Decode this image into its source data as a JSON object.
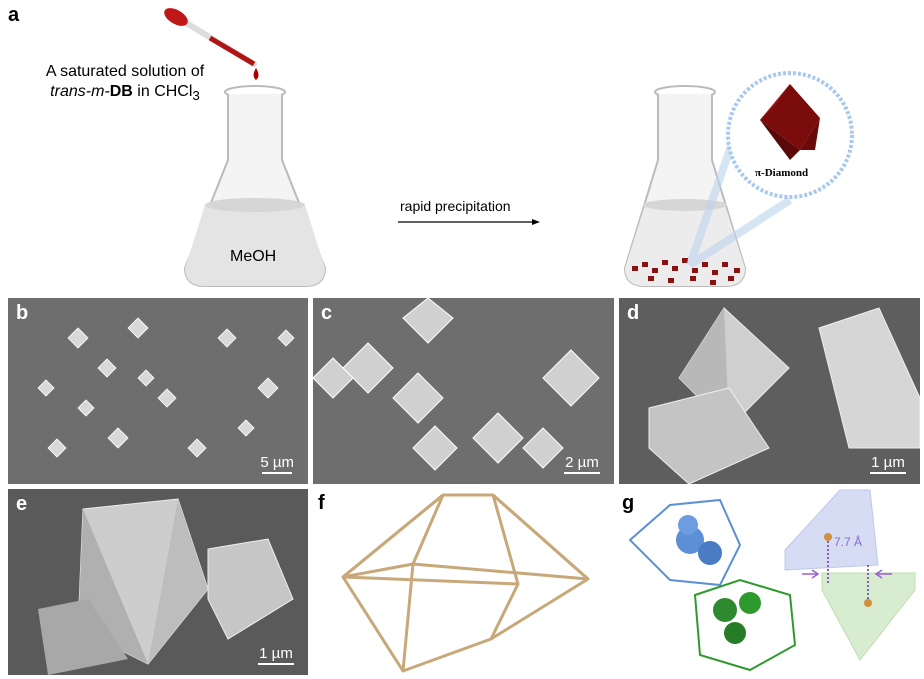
{
  "panels": {
    "a": {
      "label": "a",
      "solution_line1": "A saturated solution of",
      "solution_italic": "trans-m-",
      "solution_bold": "DB",
      "solution_rest": " in CHCl",
      "solution_sub": "3",
      "flask_label": "MeOH",
      "arrow_label": "rapid precipitation",
      "inset_label": "π-Diamond"
    },
    "b": {
      "label": "b",
      "scale": "5 µm"
    },
    "c": {
      "label": "c",
      "scale": "2 µm"
    },
    "d": {
      "label": "d",
      "scale": "1 µm"
    },
    "e": {
      "label": "e",
      "scale": "1 µm"
    },
    "f": {
      "label": "f"
    },
    "g": {
      "label": "g",
      "distance": "7.7 Å"
    }
  },
  "colors": {
    "crystal": "#8b1010",
    "sem_bg": "#6e6e6e",
    "frame": "#c8a878",
    "blue": "#5b8fd6",
    "green": "#2e9a2e",
    "arrow": "#9b5fd6"
  }
}
